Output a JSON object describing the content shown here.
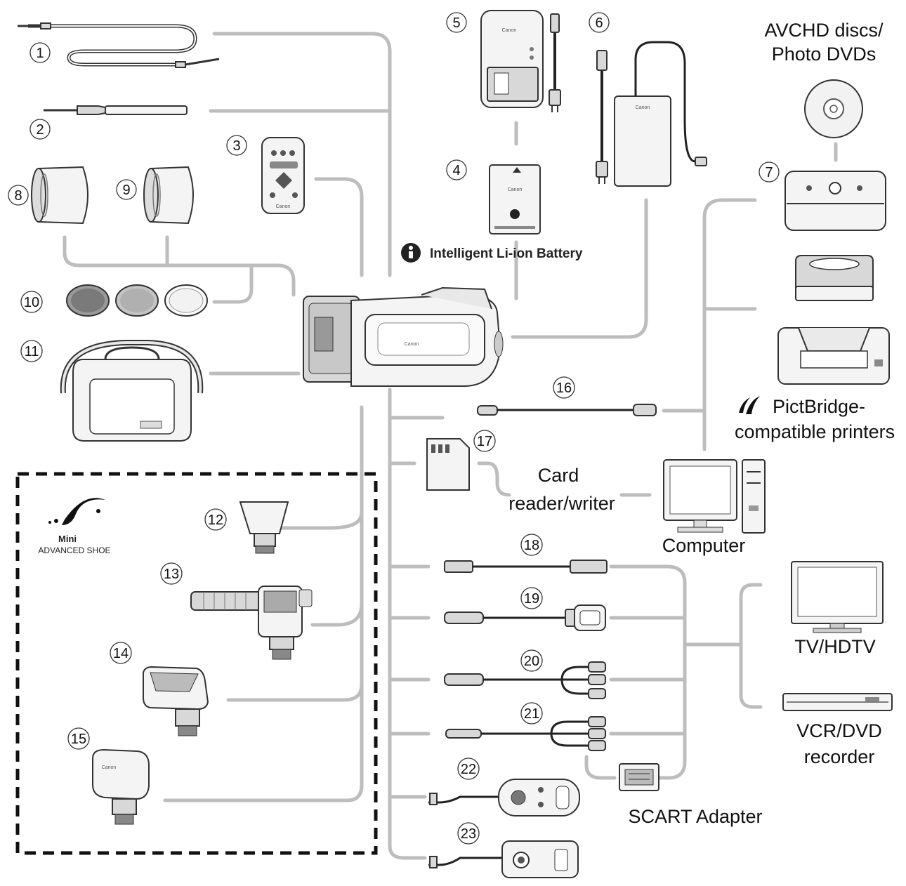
{
  "numbers": [
    "1",
    "2",
    "3",
    "4",
    "5",
    "6",
    "7",
    "8",
    "9",
    "10",
    "11",
    "12",
    "13",
    "14",
    "15",
    "16",
    "17",
    "18",
    "19",
    "20",
    "21",
    "22",
    "23"
  ],
  "labels": {
    "discs_line1": "AVCHD discs/",
    "discs_line2": "Photo DVDs",
    "battery": "Intelligent Li-ion Battery",
    "pictbridge_line1": "PictBridge-",
    "pictbridge_line2": "compatible printers",
    "card_line1": "Card",
    "card_line2": "reader/writer",
    "computer": "Computer",
    "tv": "TV/HDTV",
    "vcr_line1": "VCR/DVD",
    "vcr_line2": "recorder",
    "scart": "SCART Adapter",
    "shoe_title": "Mini",
    "shoe_sub": "ADVANCED SHOE",
    "brand": "Canon"
  },
  "colors": {
    "connector": "#bdbdbd",
    "outline": "#333333",
    "text": "#111111"
  },
  "icons": [
    "strap-icon",
    "wrist-strap-icon",
    "remote-icon",
    "battery-icon",
    "charger-icon",
    "ac-adapter-icon",
    "dvd-burner-icon",
    "lens-icon",
    "filter-icon",
    "bag-icon",
    "camcorder-icon",
    "cable-icon",
    "sd-card-icon",
    "computer-icon",
    "tv-icon",
    "vcr-icon",
    "printer-icon",
    "disc-icon",
    "scart-icon",
    "microphone-icon",
    "light-icon",
    "flash-icon"
  ]
}
